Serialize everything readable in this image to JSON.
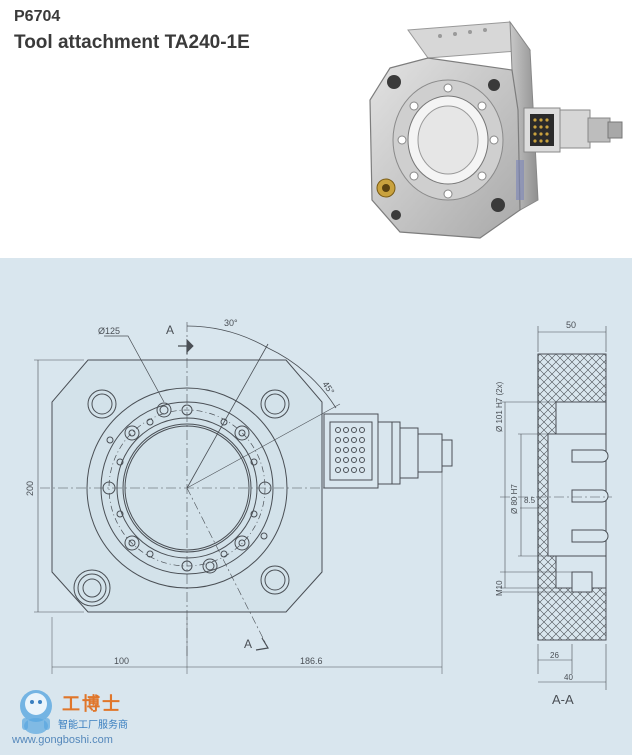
{
  "header": {
    "product_code": "P6704",
    "product_title": "Tool attachment TA240-1E"
  },
  "drawing": {
    "dims": {
      "d125": "Ø125",
      "section_a_top": "A",
      "section_a_bottom": "A",
      "angle30": "30°",
      "angle45": "45°",
      "height200": "200",
      "w100": "100",
      "w186": "186.6",
      "w50": "50",
      "d101": "Ø 101 H7 (2x)",
      "d80": "Ø 80 H7",
      "d85": "8.5",
      "m10": "M10",
      "w26": "26",
      "w40": "40",
      "section_label": "A-A"
    }
  },
  "watermark": {
    "brand": "工博士",
    "tagline": "智能工厂服务商",
    "url": "www.gongboshi.com"
  },
  "colors": {
    "background": "#d9e6ee",
    "line": "#4a4f55",
    "top_panel": "#ffffff"
  }
}
